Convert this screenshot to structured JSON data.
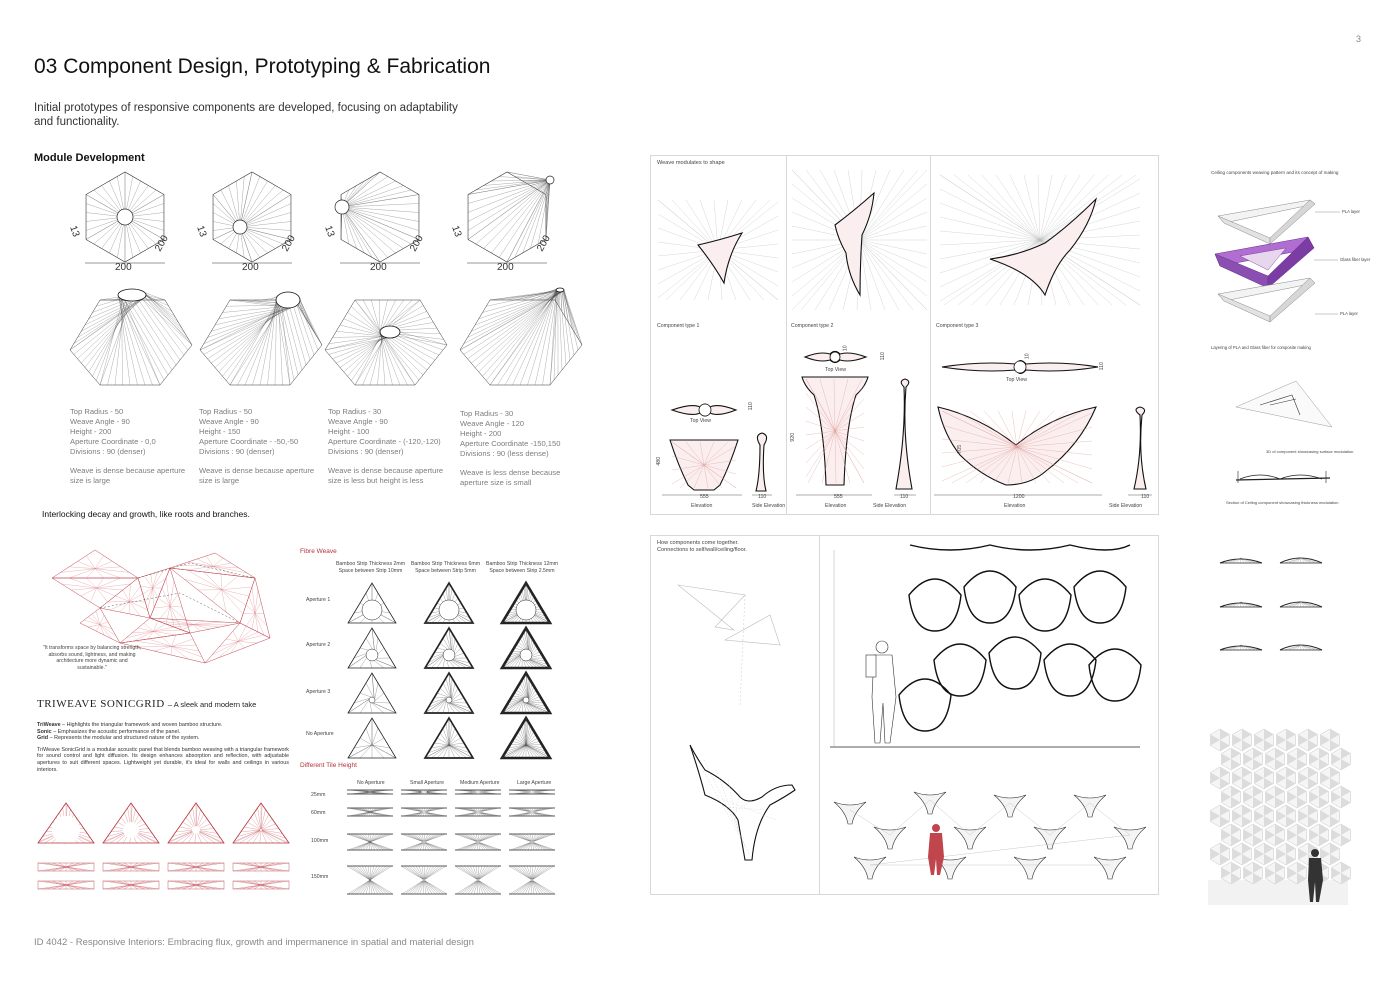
{
  "page_number": "3",
  "title": "03  Component Design, Prototyping & Fabrication",
  "intro": "Initial prototypes of responsive components are developed, focusing on adaptability and functionality.",
  "module_development": {
    "heading": "Module Development",
    "modules": [
      {
        "dims": [
          "13",
          "200",
          "200"
        ],
        "specs": [
          "Top Radius - 50",
          "Weave Angle - 90",
          "Height - 200",
          "Aperture Coordinate - 0,0",
          "Divisions : 90 (denser)"
        ],
        "note": "Weave is dense because aperture size is large"
      },
      {
        "dims": [
          "13",
          "200",
          "200"
        ],
        "specs": [
          "Top Radius - 50",
          "Weave Angle - 90",
          "Height - 150",
          "Aperture Coordinate - -50,-50",
          "Divisions : 90 (denser)"
        ],
        "note": "Weave is dense because aperture size is large"
      },
      {
        "dims": [
          "13",
          "200",
          "200"
        ],
        "specs": [
          "Top Radius - 30",
          "Weave Angle - 90",
          "Height - 100",
          "Aperture Coordinate - (-120,-120)",
          "Divisions : 90 (denser)"
        ],
        "note": "Weave is dense because aperture size is less but height is less"
      },
      {
        "dims": [
          "13",
          "200",
          "200"
        ],
        "specs": [
          "Top Radius - 30",
          "Weave Angle - 120",
          "Height - 200",
          "Aperture Coordinate -150,150",
          "Divisions : 90 (less dense)"
        ],
        "note": "Weave is less dense because aperture size is small"
      }
    ]
  },
  "interlocking": {
    "heading": "Interlocking decay and growth, like roots and branches.",
    "quote": "\"It transforms space by balancing strength, absorbs sound, lightness, and making architecture more dynamic and sustainable.\""
  },
  "triweave": {
    "name": "TRIWEAVE SONICGRID",
    "tagline": "–  A sleek and modern take",
    "lines": [
      {
        "term": "TriWeave",
        "text": " – Highlights the triangular framework and woven bamboo structure."
      },
      {
        "term": "Sonic",
        "text": " – Emphasizes the acoustic performance of the panel."
      },
      {
        "term": "Grid",
        "text": " – Represents the modular and structured nature of the system."
      }
    ],
    "description": "TriWeave SonicGrid is a modular acoustic panel that blends bamboo weaving with a triangular framework for sound control and light diffusion. Its design enhances absorption and reflection, with adjustable apertures to suit different spaces. Lightweight yet durable, it's ideal for walls and ceilings in various interiors."
  },
  "fibre_weave": {
    "heading": "Fibre Weave",
    "columns": [
      "Bamboo Strip Thickness 2mm\nSpace between Strip 10mm",
      "Bamboo Strip Thickness 6mm\nSpace between Strip 5mm",
      "Bamboo Strip Thickness 12mm\nSpace between Strip 2.5mm"
    ],
    "rows": [
      "Aperture 1",
      "Aperture 2",
      "Aperture 3",
      "No Aperture"
    ]
  },
  "tile_height": {
    "heading": "Different Tile Height",
    "columns": [
      "No Aperture",
      "Small Aperture",
      "Medium Aperture",
      "Large Aperture"
    ],
    "rows": [
      "25mm",
      "60mm",
      "100mm",
      "150mm"
    ]
  },
  "weave_panel": {
    "heading": "Weave modulates to shape",
    "components": [
      {
        "label": "Component type 1",
        "top_view": "Top View",
        "dims": [
          "10",
          "110",
          "480",
          "555",
          "110"
        ],
        "elevation": "Elevation",
        "side": "Side Elevation"
      },
      {
        "label": "Component type 2",
        "top_view": "Top View",
        "dims": [
          "10",
          "110",
          "920",
          "555",
          "110"
        ],
        "elevation": "Elevation",
        "side": "Side Elevation"
      },
      {
        "label": "Component type 3",
        "top_view": "Top View",
        "dims": [
          "10",
          "110",
          "705",
          "1200",
          "110"
        ],
        "elevation": "Elevation",
        "side": "Side Elevation"
      }
    ]
  },
  "ceiling": {
    "heading": "Ceiling components weaving pattern and its concept of making",
    "layers": [
      "PLA layer",
      "Glass fiber layer",
      "PLA layer"
    ],
    "layering_caption": "Layering of PLA and Glass fiber for composite making",
    "caption_3d": "3D of component showcasing surface modulation",
    "caption_section": "Section of Ceiling component showcasing thickness modulation"
  },
  "connections": {
    "heading": "How components come together.\nConnections to self/wall/ceiling/floor."
  },
  "footer": "ID 4042 - Responsive Interiors: Embracing flux, growth and impermanence in spatial and material design",
  "colors": {
    "accent_red": "#b5323a",
    "ink": "#222222",
    "muted": "#888888",
    "weave_purple": "#8a4fb0"
  }
}
